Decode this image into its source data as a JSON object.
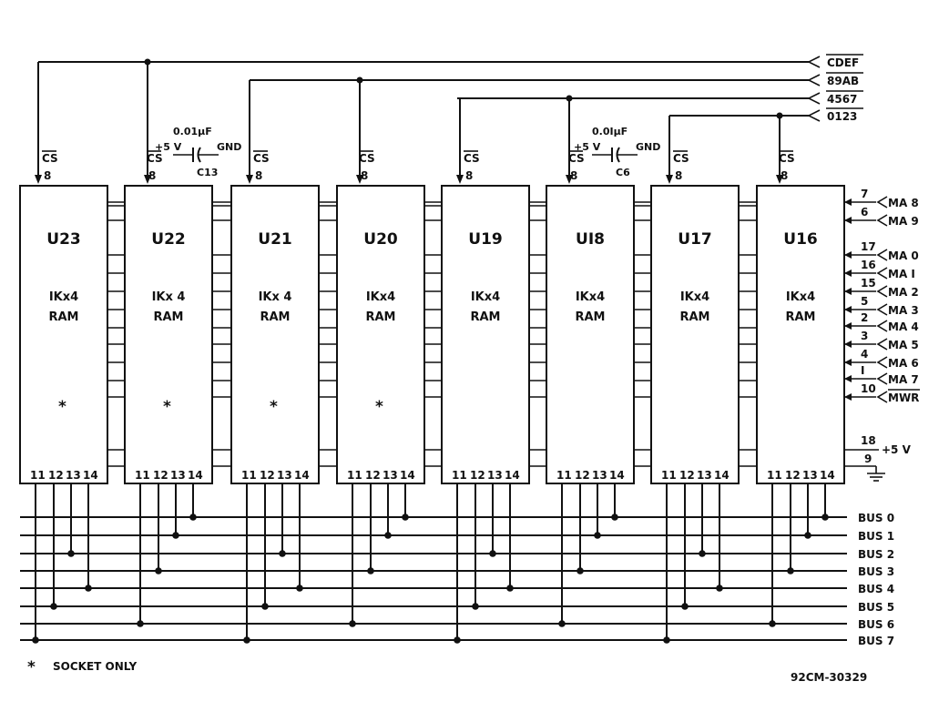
{
  "chips": [
    {
      "ref": "U23",
      "type1": "IKx4",
      "type2": "RAM",
      "socket_only": true
    },
    {
      "ref": "U22",
      "type1": "IKx 4",
      "type2": "RAM",
      "socket_only": true
    },
    {
      "ref": "U21",
      "type1": "IKx 4",
      "type2": "RAM",
      "socket_only": true
    },
    {
      "ref": "U20",
      "type1": "IKx4",
      "type2": "RAM",
      "socket_only": true
    },
    {
      "ref": "U19",
      "type1": "IKx4",
      "type2": "RAM",
      "socket_only": false
    },
    {
      "ref": "UI8",
      "type1": "IKx4",
      "type2": "RAM",
      "socket_only": false
    },
    {
      "ref": "U17",
      "type1": "IKx4",
      "type2": "RAM",
      "socket_only": false
    },
    {
      "ref": "U16",
      "type1": "IKx4",
      "type2": "RAM",
      "socket_only": false
    }
  ],
  "cs_label": "CS",
  "cs_pin": "8",
  "bottom_pins": [
    "11",
    "12",
    "13",
    "14"
  ],
  "chip_selects": [
    "CDEF",
    "89AB",
    "4567",
    "0123"
  ],
  "buses": [
    "BUS 0",
    "BUS 1",
    "BUS 2",
    "BUS 3",
    "BUS 4",
    "BUS 5",
    "BUS 6",
    "BUS 7"
  ],
  "address_inputs": [
    {
      "pin": "7",
      "signal": "MA 8"
    },
    {
      "pin": "6",
      "signal": "MA 9"
    },
    {
      "pin": "17",
      "signal": "MA 0"
    },
    {
      "pin": "16",
      "signal": "MA I"
    },
    {
      "pin": "15",
      "signal": "MA 2"
    },
    {
      "pin": "5",
      "signal": "MA 3"
    },
    {
      "pin": "2",
      "signal": "MA 4"
    },
    {
      "pin": "3",
      "signal": "MA 5"
    },
    {
      "pin": "4",
      "signal": "MA 6"
    },
    {
      "pin": "I",
      "signal": "MA 7"
    },
    {
      "pin": "10",
      "signal": "MWR"
    }
  ],
  "power": {
    "pin": "18",
    "label": "+5 V",
    "gnd_pin": "9"
  },
  "capacitors": [
    {
      "value": "0.01µF",
      "plus": "+5 V",
      "gnd": "GND",
      "ref": "C13"
    },
    {
      "value": "0.0IµF",
      "plus": "+5 V",
      "gnd": "GND",
      "ref": "C6"
    }
  ],
  "footnote": "SOCKET ONLY",
  "footnote_mark": "*",
  "drawing_number": "92CM-30329"
}
